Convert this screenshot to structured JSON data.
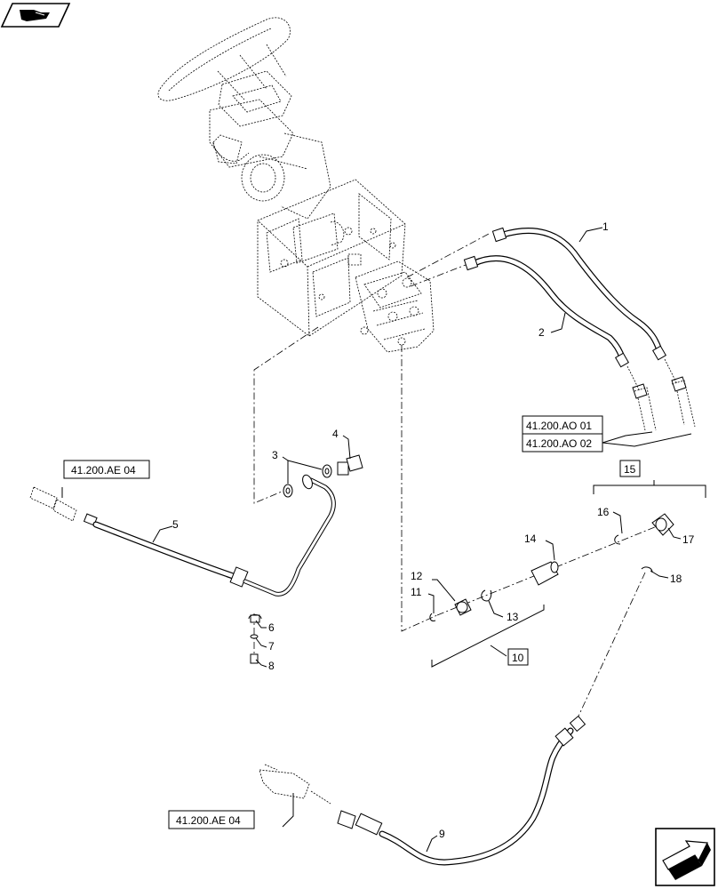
{
  "labels": {
    "p1": "1",
    "p2": "2",
    "p3": "3",
    "p4": "4",
    "p5": "5",
    "p6": "6",
    "p7": "7",
    "p8": "8",
    "p9": "9",
    "p10": "10",
    "p11": "11",
    "p12": "12",
    "p13": "13",
    "p14": "14",
    "p15": "15",
    "p16": "16",
    "p17": "17",
    "p18": "18"
  },
  "references": {
    "ae04_top": "41.200.AE 04",
    "ae04_bottom": "41.200.AE 04",
    "ao01": "41.200.AO 01",
    "ao02": "41.200.AO 02"
  },
  "icons": {
    "top_left": "book-hand-icon",
    "bottom_right": "next-page-arrow-icon"
  }
}
